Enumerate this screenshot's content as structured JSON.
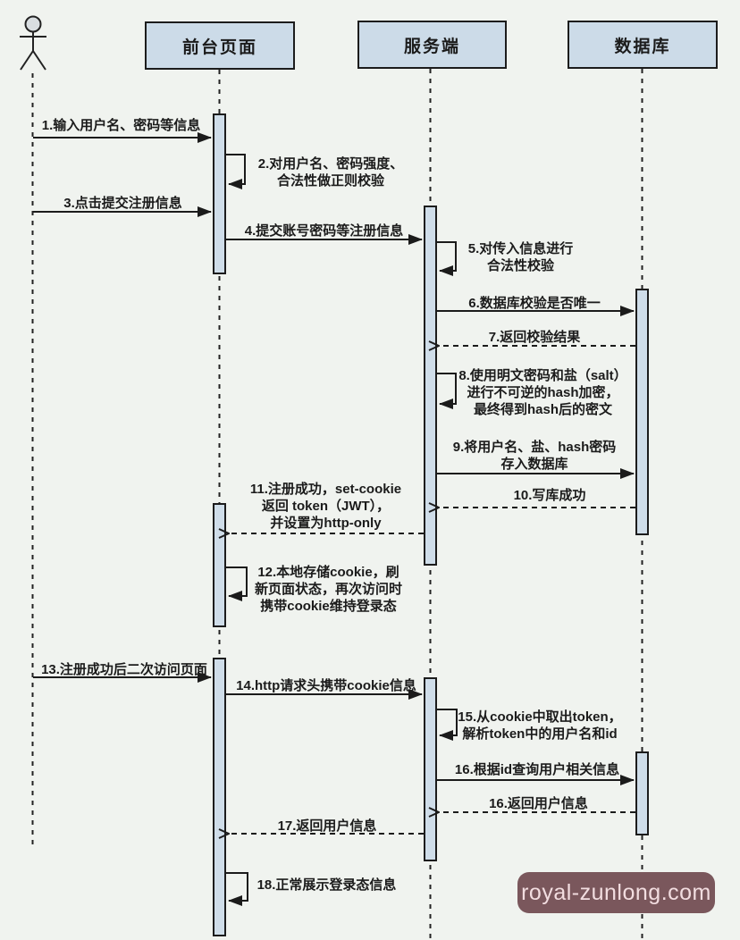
{
  "lifelines": [
    {
      "label": "前台页面"
    },
    {
      "label": "服务端"
    },
    {
      "label": "数据库"
    }
  ],
  "messages": [
    {
      "lines": [
        "1.输入用户名、密码等信息"
      ]
    },
    {
      "lines": [
        "2.对用户名、密码强度、",
        "合法性做正则校验"
      ]
    },
    {
      "lines": [
        "3.点击提交注册信息"
      ]
    },
    {
      "lines": [
        "4.提交账号密码等注册信息"
      ]
    },
    {
      "lines": [
        "5.对传入信息进行",
        "合法性校验"
      ]
    },
    {
      "lines": [
        "6.数据库校验是否唯一"
      ]
    },
    {
      "lines": [
        "7.返回校验结果"
      ]
    },
    {
      "lines": [
        "8.使用明文密码和盐（salt）",
        "进行不可逆的hash加密，",
        "最终得到hash后的密文"
      ]
    },
    {
      "lines": [
        "9.将用户名、盐、hash密码",
        "存入数据库"
      ]
    },
    {
      "lines": [
        "10.写库成功"
      ]
    },
    {
      "lines": [
        "11.注册成功，set-cookie",
        "返回 token（JWT），",
        "并设置为http-only"
      ]
    },
    {
      "lines": [
        "12.本地存储cookie，刷",
        "新页面状态，再次访问时",
        "携带cookie维持登录态"
      ]
    },
    {
      "lines": [
        "13.注册成功后二次访问页面"
      ]
    },
    {
      "lines": [
        "14.http请求头携带cookie信息"
      ]
    },
    {
      "lines": [
        "15.从cookie中取出token，",
        "解析token中的用户名和id"
      ]
    },
    {
      "lines": [
        "16.根据id查询用户相关信息"
      ]
    },
    {
      "lines": [
        "16.返回用户信息"
      ]
    },
    {
      "lines": [
        "17.返回用户信息"
      ]
    },
    {
      "lines": [
        "18.正常展示登录态信息"
      ]
    }
  ],
  "watermark": {
    "text": "royal-zunlong.com"
  },
  "colors": {
    "background": "#f0f3ef",
    "box_fill": "#ccdbe8",
    "activation_fill": "#cfdde9",
    "line": "#1c1c1c",
    "watermark_bg": "#7a575c",
    "watermark_text": "#f2dde0"
  }
}
